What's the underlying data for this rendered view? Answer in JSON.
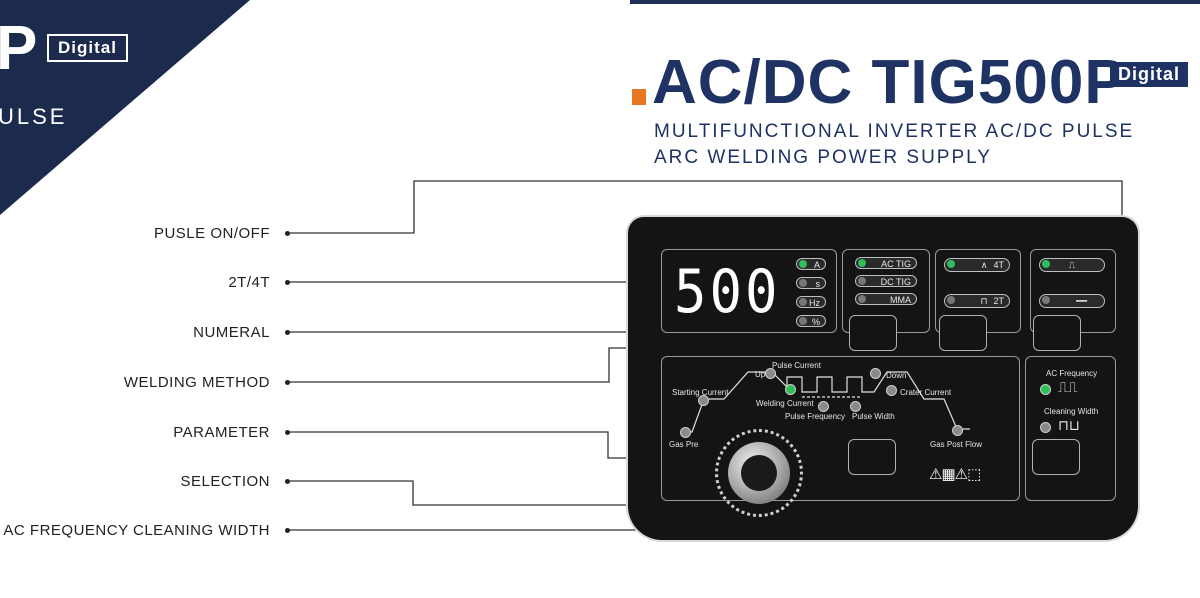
{
  "corner": {
    "badge": "Digital",
    "letter": "P",
    "pulse": "ULSE"
  },
  "title": {
    "main": "AC/DC  TIG500P",
    "badge": "Digital",
    "subtitle_line1": "MULTIFUNCTIONAL INVERTER AC/DC PULSE",
    "subtitle_line2": "ARC WELDING POWER SUPPLY"
  },
  "labels": [
    "PUSLE ON/OFF",
    "2T/4T",
    "NUMERAL",
    "WELDING METHOD",
    "PARAMETER",
    "SELECTION",
    "AC FREQUENCY  CLEANING WIDTH"
  ],
  "panel": {
    "display": "500",
    "units": [
      "A",
      "s",
      "Hz",
      "%"
    ],
    "methods": [
      "AC TIG",
      "DC TIG",
      "MMA"
    ],
    "trigger": [
      "4T",
      "2T"
    ],
    "params": {
      "pulse_current": "Pulse Current",
      "up": "Up",
      "down": "Down",
      "starting_current": "Starting Current",
      "crater_current": "Crater Current",
      "welding_current": "Welding Current",
      "pulse_frequency": "Pulse Frequency",
      "pulse_width": "Pulse Width",
      "gas_pre": "Gas Pre",
      "gas_post_flow": "Gas Post Flow"
    },
    "ac_frequency": "AC Frequency",
    "cleaning_width": "Cleaning Width"
  },
  "colors": {
    "navy": "#1e3263",
    "orange": "#e87722",
    "led_green": "#2fbf5a",
    "panel": "#141414"
  }
}
